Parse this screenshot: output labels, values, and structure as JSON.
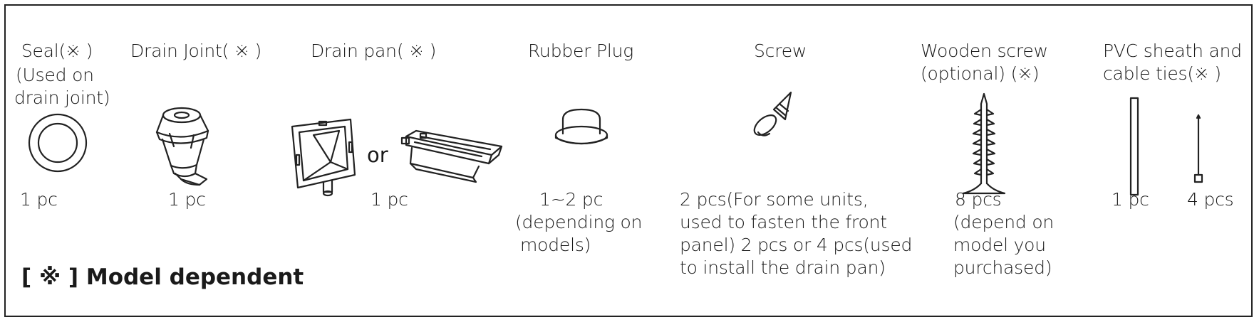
{
  "items": {
    "seal": {
      "label": [
        "Seal(※ )",
        "(Used on",
        "drain joint)"
      ],
      "qty": "1 pc",
      "icon": "seal-ring-icon"
    },
    "drain_joint": {
      "label": [
        "Drain Joint( ※ )"
      ],
      "qty": "1 pc",
      "icon": "drain-joint-icon"
    },
    "drain_pan": {
      "label": [
        "Drain pan( ※ )"
      ],
      "or_text": "or",
      "qty": "1 pc",
      "icon": "drain-pan-icon"
    },
    "rubber_plug": {
      "label": [
        "Rubber Plug"
      ],
      "qty": [
        "1~2 pc",
        "(depending on",
        "models)"
      ],
      "icon": "rubber-plug-icon"
    },
    "screw": {
      "label": [
        "Screw"
      ],
      "qty": [
        "2 pcs(For some units,",
        "used to fasten the front",
        "panel) 2 pcs or 4 pcs(used",
        "to install the drain pan)"
      ],
      "icon": "screw-icon"
    },
    "wooden_screw": {
      "label": [
        "Wooden screw",
        "(optional) (※)"
      ],
      "qty": [
        "8 pcs",
        "(depend on",
        "model you",
        "purchased)"
      ],
      "icon": "wooden-screw-icon"
    },
    "pvc": {
      "label": [
        "PVC sheath and",
        "cable ties(※ )"
      ],
      "qty_sheath": "1 pc",
      "qty_ties": "4 pcs",
      "icon_sheath": "pvc-sheath-icon",
      "icon_tie": "cable-tie-icon"
    }
  },
  "legend": "[ ※ ] Model dependent"
}
